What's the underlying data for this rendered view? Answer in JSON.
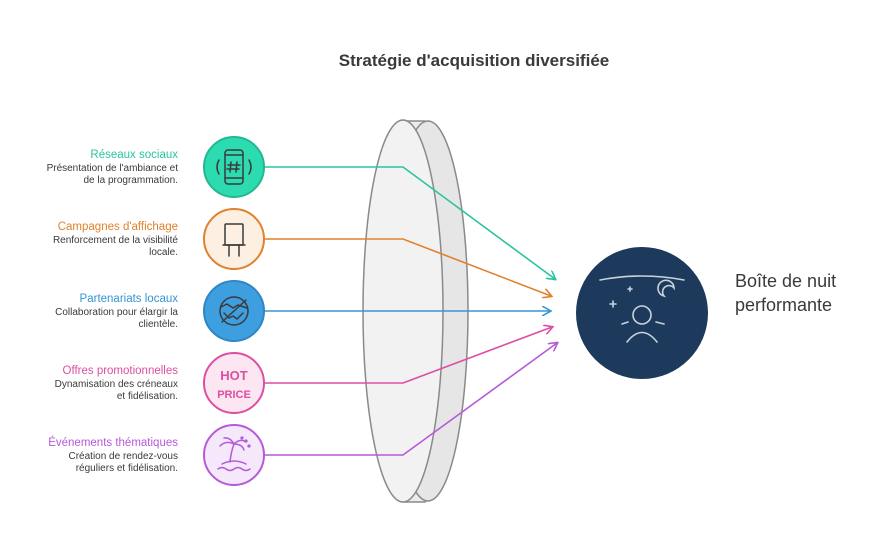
{
  "title": "Stratégie d'acquisition diversifiée",
  "result": {
    "line1": "Boîte de nuit",
    "line2": "performante",
    "icon": "nightlife-person-icon",
    "color": "#1d3a5c"
  },
  "items": [
    {
      "title": "Réseaux sociaux",
      "desc1": "Présentation de l'ambiance et",
      "desc2": "de la programmation.",
      "color": "#2bc4a0",
      "fill": "#2ddbb0",
      "icon": "smartphone-hashtag-icon"
    },
    {
      "title": "Campagnes d'affichage",
      "desc1": "Renforcement de la visibilité",
      "desc2": "locale.",
      "color": "#e0812c",
      "fill": "#fdf0e3",
      "icon": "billboard-icon"
    },
    {
      "title": "Partenariats locaux",
      "desc1": "Collaboration pour élargir la",
      "desc2": "clientèle.",
      "color": "#3596d6",
      "fill": "#3e9fe0",
      "icon": "handshake-icon"
    },
    {
      "title": "Offres promotionnelles",
      "desc1": "Dynamisation des créneaux",
      "desc2": "et fidélisation.",
      "color": "#dc4fa3",
      "fill": "#fce6f2",
      "icon": "hot-price-icon",
      "badge1": "HOT",
      "badge2": "PRICE"
    },
    {
      "title": "Événements thématiques",
      "desc1": "Création de rendez-vous",
      "desc2": "réguliers et fidélisation.",
      "color": "#b55ad8",
      "fill": "#f5e8fb",
      "icon": "palm-island-icon"
    }
  ]
}
